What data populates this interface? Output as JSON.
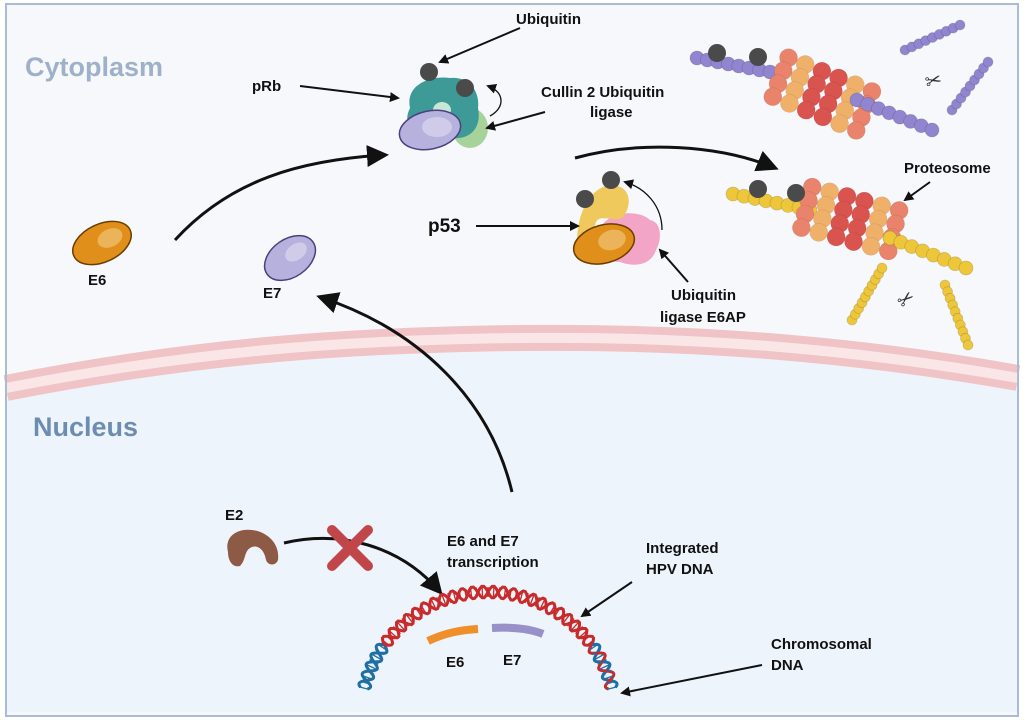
{
  "regions": {
    "cytoplasm": "Cytoplasm",
    "nucleus": "Nucleus"
  },
  "labels": {
    "ubiquitin": "Ubiquitin",
    "prb": "pRb",
    "cullin_line1": "Cullin 2 Ubiquitin",
    "cullin_line2": "ligase",
    "proteosome": "Proteosome",
    "p53": "p53",
    "e6ap_line1": "Ubiquitin",
    "e6ap_line2": "ligase E6AP",
    "e6_protein": "E6",
    "e7_protein": "E7",
    "e2": "E2",
    "transcription_line1": "E6 and E7",
    "transcription_line2": "transcription",
    "integrated_line1": "Integrated",
    "integrated_line2": "HPV DNA",
    "chromosomal_line1": "Chromosomal",
    "chromosomal_line2": "DNA",
    "e6_gene": "E6",
    "e7_gene": "E7"
  },
  "colors": {
    "cytoplasm_bg": "#f7f8fc",
    "nucleus_bg": "#eef4fb",
    "membrane": "#f0c4c6",
    "membrane_inner": "#fbe6e7",
    "region_text_cyto": "#9fb1c9",
    "region_text_nucleus": "#6d8db0",
    "frame": "#a9bcd3",
    "e6": "#e0901a",
    "e7": "#b7b2dd",
    "prb": "#3d9a97",
    "cullin": "#a7d39a",
    "p53": "#f0c95c",
    "e6ap": "#f2a5c7",
    "ubiquitin": "#4a4a4a",
    "chain_purple": "#9185cf",
    "chain_yellow": "#edc63a",
    "proteasome_red": "#d9534f",
    "proteasome_orange": "#e9836b",
    "proteasome_gold": "#efb06a",
    "dna_red": "#c82b2b",
    "dna_blue": "#1f6fa5",
    "gene_e6": "#ef8f2a",
    "gene_e7": "#9890c8",
    "e2": "#8c5a45",
    "block_x": "#c0464a"
  }
}
